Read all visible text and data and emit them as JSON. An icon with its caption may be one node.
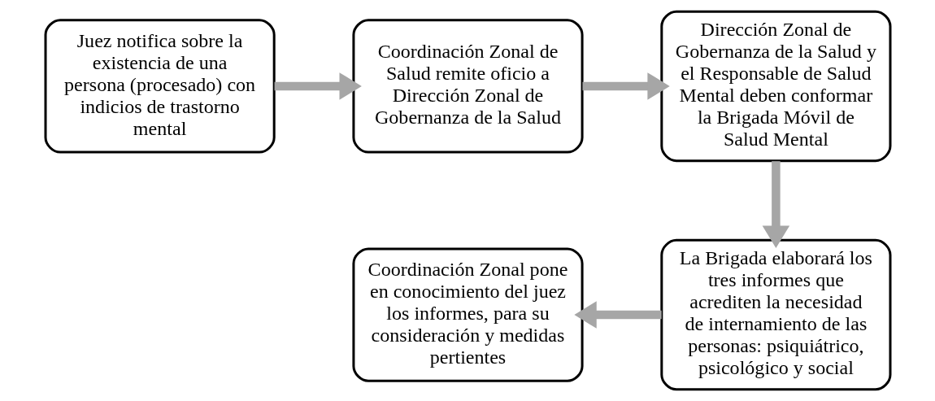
{
  "diagram": {
    "nodes": [
      {
        "text": [
          "Juez notifica sobre la existencia de una persona (procesado) con indicios de trastorno mental"
        ]
      },
      {
        "text": [
          "Coordinación Zonal de Salud remite oficio a Dirección Zonal de Gobernanza de la Salud"
        ]
      },
      {
        "text": [
          "Dirección Zonal de Gobernanza de la Salud y el Responsable de Salud Mental deben conformar la Brigada Móvil de Salud Mental"
        ]
      },
      {
        "text": [
          "La Brigada elaborará los tres informes que acrediten la necesidad de internamiento de las personas: psiquiátrico, psicológico y social"
        ]
      },
      {
        "text": [
          "Coordinación Zonal pone en conocimiento del juez los informes, para su consideración y medidas pertientes"
        ]
      }
    ],
    "edges": [
      {
        "from": 0,
        "to": 1,
        "arrow": "to"
      },
      {
        "from": 1,
        "to": 2,
        "arrow": "to"
      },
      {
        "from": 2,
        "to": 3,
        "arrow": "to"
      },
      {
        "from": 3,
        "to": 4,
        "arrow": "to"
      }
    ]
  }
}
